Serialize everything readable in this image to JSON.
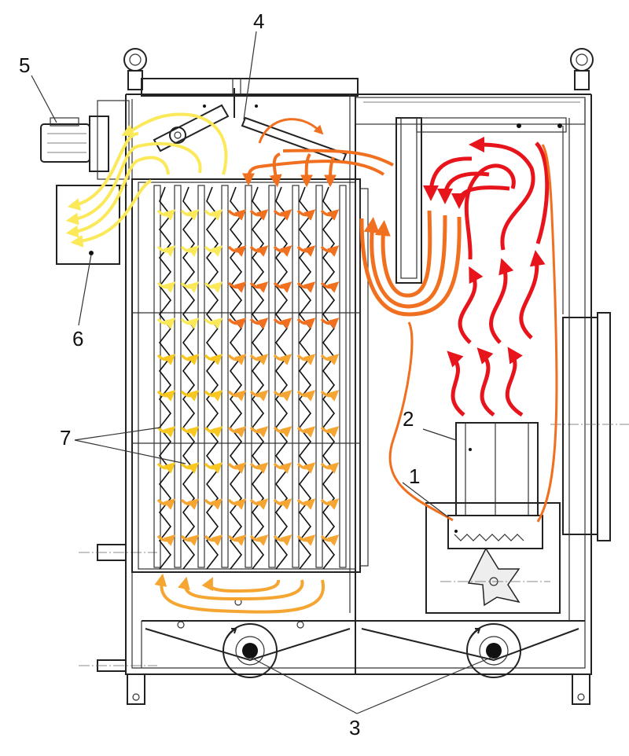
{
  "labels": {
    "l1": "1",
    "l2": "2",
    "l3": "3",
    "l4": "4",
    "l5": "5",
    "l6": "6",
    "l7": "7"
  },
  "colors": {
    "hot": "#e8141c",
    "warm": "#f07020",
    "mid": "#f5a531",
    "cool": "#f8c820",
    "pale": "#fbe95a",
    "line": "#222222"
  }
}
